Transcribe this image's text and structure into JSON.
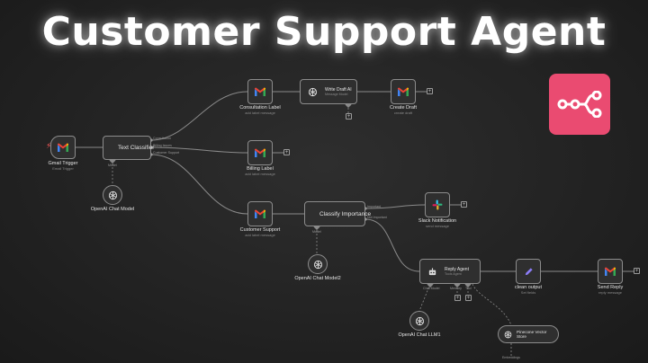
{
  "page": {
    "title": "Customer Support Agent"
  },
  "nodes": {
    "gmail_trigger": {
      "label": "Gmail Trigger",
      "sub": "Email Trigger"
    },
    "text_classifier": {
      "label": "Text Classifier"
    },
    "openai_chat_model": {
      "label": "OpenAI Chat Model"
    },
    "consultation_label": {
      "label": "Consultation Label",
      "sub": "add label message"
    },
    "write_draft": {
      "label": "Write Draft AI",
      "sub": "Message Model"
    },
    "create_draft": {
      "label": "Create Draft",
      "sub": "create draft"
    },
    "billing_label": {
      "label": "Billing Label",
      "sub": "add label message"
    },
    "customer_support": {
      "label": "Customer Support",
      "sub": "add label message"
    },
    "classify_importance": {
      "label": "Classify Importance"
    },
    "openai_chat_model2": {
      "label": "OpenAI Chat Model2"
    },
    "slack_notification": {
      "label": "Slack Notification",
      "sub": "send message"
    },
    "reply_agent": {
      "label": "Reply Agent",
      "sub": "Tools Agent"
    },
    "clean_output": {
      "label": "clean output",
      "sub": "Set fields"
    },
    "send_reply": {
      "label": "Send Reply",
      "sub": "reply message"
    },
    "openai_chat_llm": {
      "label": "OpenAI Chat LLM1"
    },
    "pinecone": {
      "line1": "Pinecone Vector",
      "line2": "Store"
    }
  },
  "ports": {
    "classifier_out1": "Consultation",
    "classifier_out2": "Billing Issues",
    "classifier_out3": "Customer Support",
    "model_in": "Model",
    "classify_out1": "Important",
    "classify_out2": "Not Important",
    "reply_model": "Chat Model",
    "reply_memory": "Memory",
    "reply_tool": "Tool",
    "pinecone_embed": "Embeddings"
  },
  "colors": {
    "brand": "#ea4b71",
    "gmail_red": "#ea4335",
    "gmail_blue": "#4285f4",
    "gmail_green": "#34a853",
    "gmail_yellow": "#fbbc04",
    "connection": "#8a8a8a"
  }
}
